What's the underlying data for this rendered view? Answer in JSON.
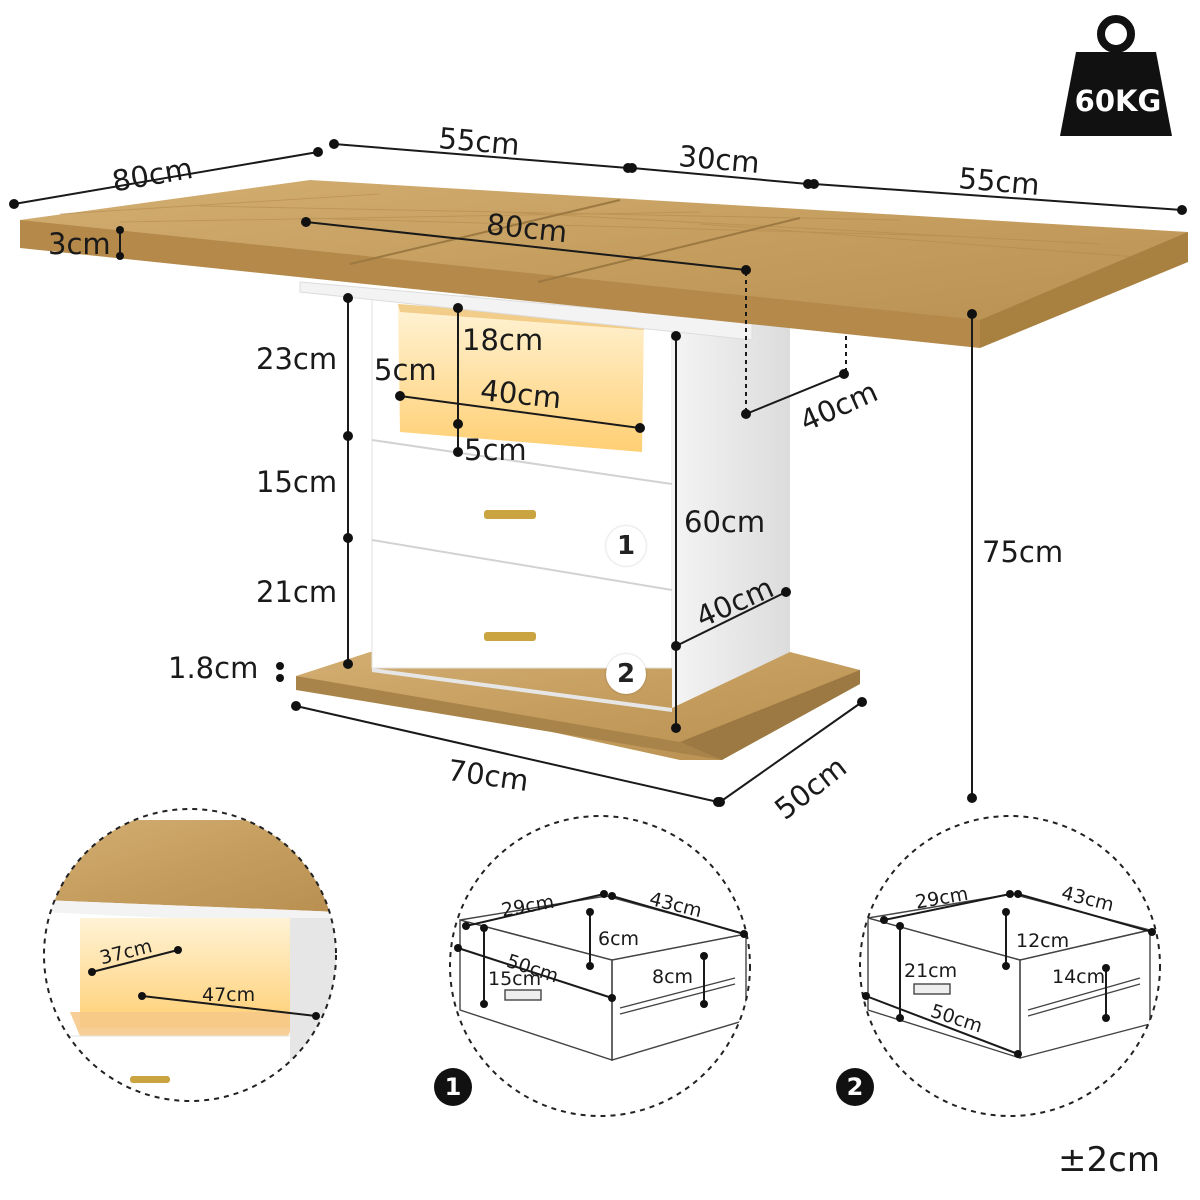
{
  "weight": {
    "label": "60KG",
    "icon": "weight-icon"
  },
  "tolerance": "±2cm",
  "colors": {
    "wood": "#c9a467",
    "wood_dark": "#a9844a",
    "cabinet": "#ffffff",
    "led": "#ffd98a",
    "handle": "#c9a441"
  },
  "table": {
    "top_width": "80cm",
    "top_thickness": "3cm",
    "length_left_leaf": "55cm",
    "length_center_leaf": "30cm",
    "length_right_leaf": "55cm",
    "inner_width": "80cm",
    "inner_depth": "40cm",
    "overall_height": "75cm"
  },
  "cabinet": {
    "open_height": "23cm",
    "led_height": "18cm",
    "led_side": "5cm",
    "led_width": "40cm",
    "led_bottom": "5cm",
    "drawer1_height": "15cm",
    "drawer2_height": "21cm",
    "body_height": "60cm",
    "body_depth": "40cm",
    "base_thickness": "1.8cm",
    "base_width": "70cm",
    "base_depth": "50cm",
    "drawer1_number": "1",
    "drawer2_number": "2"
  },
  "detail_open": {
    "depth": "37cm",
    "width": "47cm"
  },
  "detail_drawer1": {
    "number": "1",
    "front_width": "29cm",
    "depth": "43cm",
    "inner_height": "6cm",
    "length": "50cm",
    "front_height": "15cm",
    "side_height": "8cm"
  },
  "detail_drawer2": {
    "number": "2",
    "front_width": "29cm",
    "depth": "43cm",
    "inner_height": "12cm",
    "front_height": "21cm",
    "side_height": "14cm",
    "length": "50cm"
  }
}
